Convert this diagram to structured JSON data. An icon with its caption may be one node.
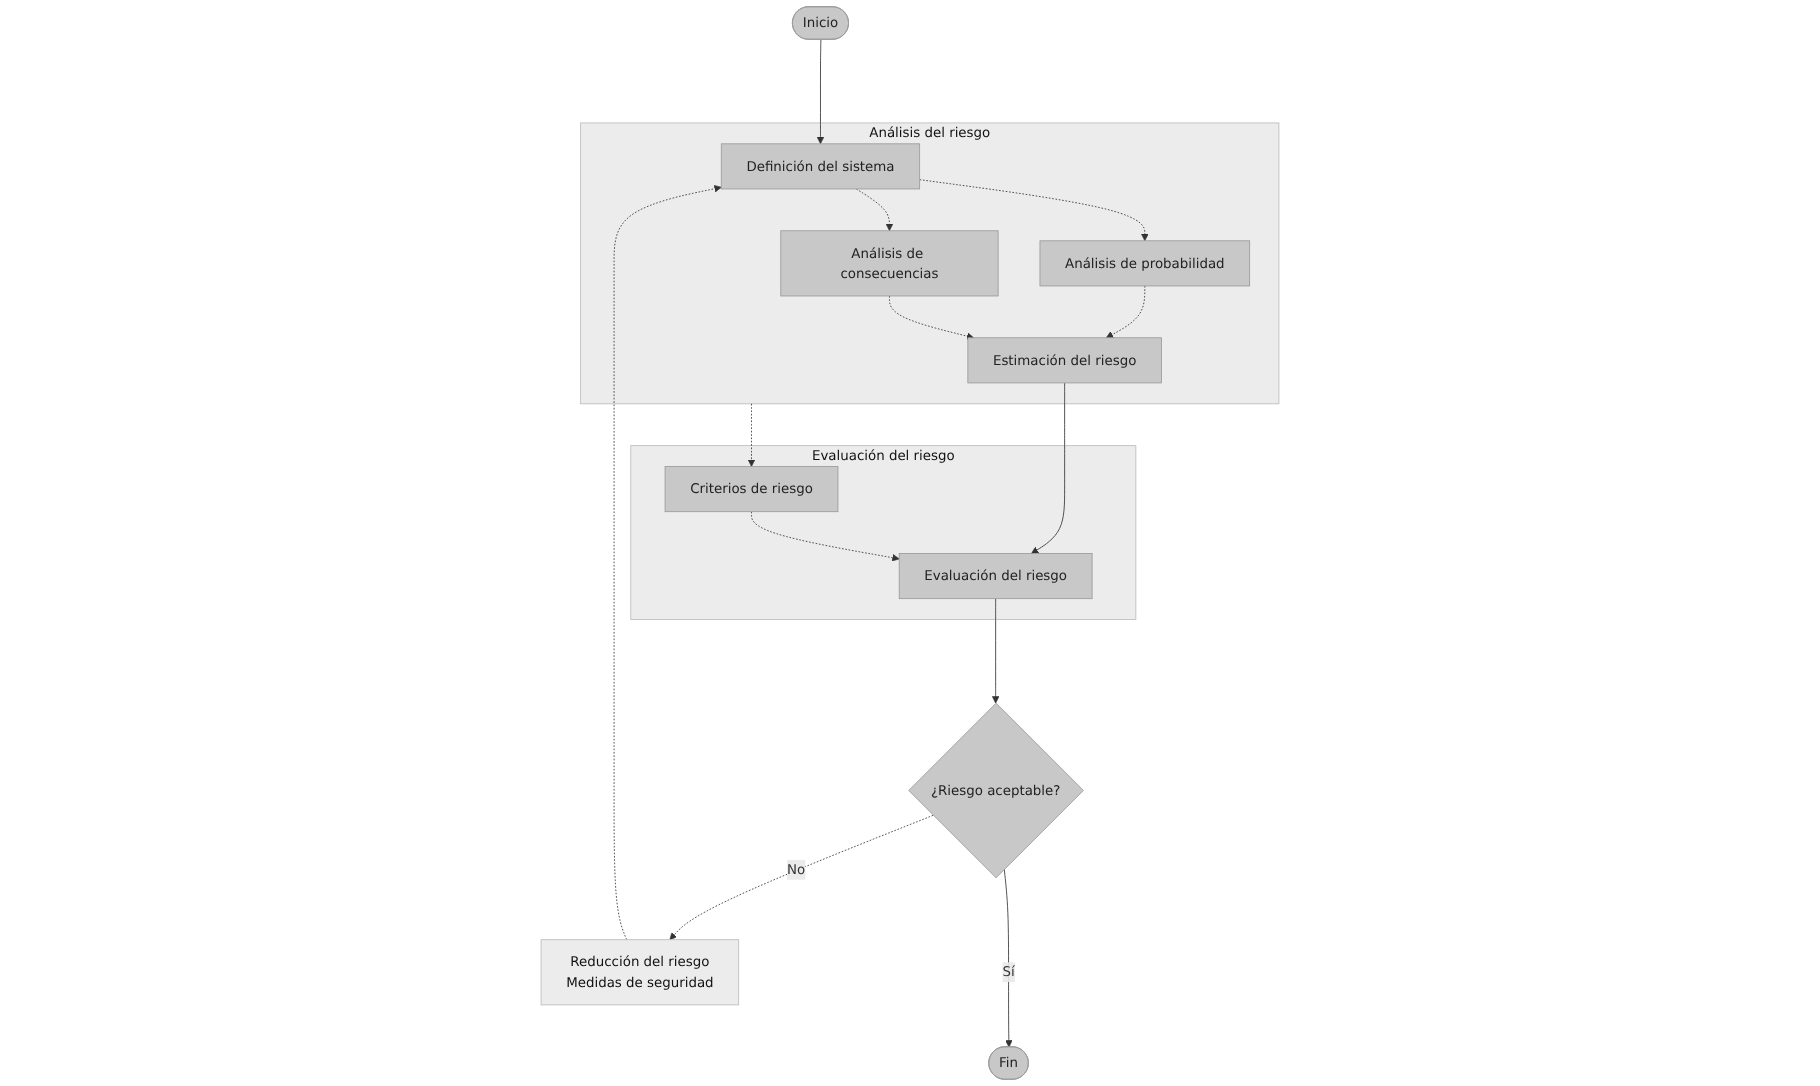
{
  "diagram": {
    "nodes": [
      {
        "text": [
          "Inicio"
        ]
      },
      {
        "text": [
          "Análisis del riesgo"
        ]
      },
      {
        "text": [
          "Definición del sistema"
        ],
        "in": 1
      },
      {
        "text": [
          "Análisis de probabilidad"
        ],
        "in": 1
      },
      {
        "text": [
          "Análisis de consecuencias"
        ],
        "in": 1
      },
      {
        "text": [
          "Estimación del riesgo"
        ],
        "in": 1
      },
      {
        "text": [
          "Evaluación del riesgo"
        ]
      },
      {
        "text": [
          "Criterios de riesgo"
        ],
        "in": 6
      },
      {
        "text": [
          "Evaluación del riesgo"
        ],
        "in": 6
      },
      {
        "text": [
          "Reducción del riesgo",
          "Medidas de seguridad"
        ]
      },
      {
        "text": [
          "¿Riesgo aceptable?"
        ]
      },
      {
        "text": [
          "Fin"
        ]
      }
    ],
    "edges": [
      {
        "from": 0,
        "to": 2,
        "arrow": "to"
      },
      {
        "from": 2,
        "to": 3,
        "arrow": "to",
        "style": "dashed"
      },
      {
        "from": 2,
        "to": 4,
        "arrow": "to",
        "style": "dashed"
      },
      {
        "from": 3,
        "to": 5,
        "arrow": "to",
        "style": "dashed"
      },
      {
        "from": 4,
        "to": 5,
        "arrow": "to",
        "style": "dashed"
      },
      {
        "from": 5,
        "to": 8,
        "arrow": "to"
      },
      {
        "from": 7,
        "to": 8,
        "arrow": "to",
        "style": "dashed"
      },
      {
        "from": 1,
        "to": 7,
        "arrow": "to",
        "style": "dashed"
      },
      {
        "from": 8,
        "to": 10,
        "arrow": "to"
      },
      {
        "from": 10,
        "to": 9,
        "arrow": "to",
        "label": "No",
        "style": "dashed"
      },
      {
        "from": 9,
        "to": 2,
        "arrow": "to",
        "style": "dashed"
      },
      {
        "from": 10,
        "to": 11,
        "arrow": "to",
        "label": "Sí"
      }
    ]
  }
}
